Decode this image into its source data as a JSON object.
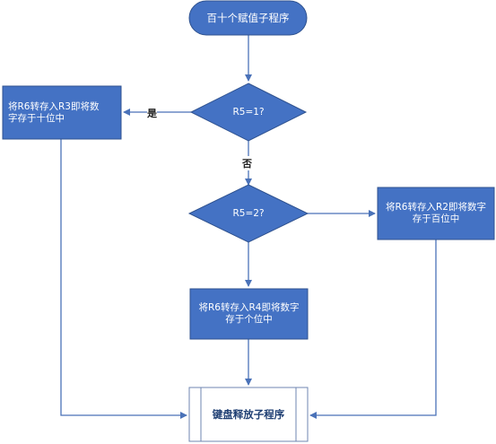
{
  "diagram": {
    "start": "百十个赋值子程序",
    "decision1": "R5=1?",
    "decision2": "R5=2?",
    "left_box": "将R6转存入R3即将数字存于十位中",
    "right_box": "将R6转存入R2即将数字存于百位中",
    "middle_box": "将R6转存入R4即将数字存于个位中",
    "end": "键盘释放子程序",
    "yes_label": "是",
    "no_label": "否",
    "colors": {
      "node_fill": "#4472c4",
      "node_stroke": "#2f528f",
      "line": "#4a72b8",
      "end_fill": "#ffffff",
      "end_stroke": "#6f86b0"
    }
  }
}
